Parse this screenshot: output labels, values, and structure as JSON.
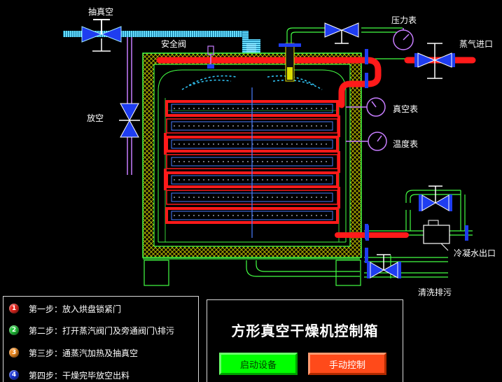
{
  "labels": {
    "vacuum_pump": "抽真空",
    "safety_valve": "安全阀",
    "pressure_gauge": "压力表",
    "steam_inlet": "蒸气进口",
    "vent": "放空",
    "vacuum_gauge": "真空表",
    "temperature_gauge": "温度表",
    "condensate_outlet": "冷凝水出口",
    "cleaning_drain": "清洗排污"
  },
  "steps": [
    {
      "num": "1",
      "color": "#e8261e",
      "text": "第一步：放入烘盘锁紧门"
    },
    {
      "num": "2",
      "color": "#22c43a",
      "text": "第二步：打开蒸汽阀门及旁通阀门\\排污"
    },
    {
      "num": "3",
      "color": "#f08a1e",
      "text": "第三步：通蒸汽加热及抽真空"
    },
    {
      "num": "4",
      "color": "#1a36d8",
      "text": "第四步：干燥完毕放空出料"
    }
  ],
  "control_panel": {
    "title": "方形真空干燥机控制箱",
    "start_label": "启动设备",
    "manual_label": "手动控制"
  },
  "colors": {
    "steam_pipe": "#ff1a1a",
    "vacuum_pipe": "#33ccff",
    "frame_line": "#44ff44",
    "valve_blue": "#1f3df0",
    "start_green": "#00ff00",
    "manual_orange": "#ff4a1a"
  },
  "icons": [
    "valve-icon",
    "pressure-gauge-icon",
    "vacuum-gauge-icon",
    "temperature-gauge-icon",
    "steam-trap-icon"
  ]
}
